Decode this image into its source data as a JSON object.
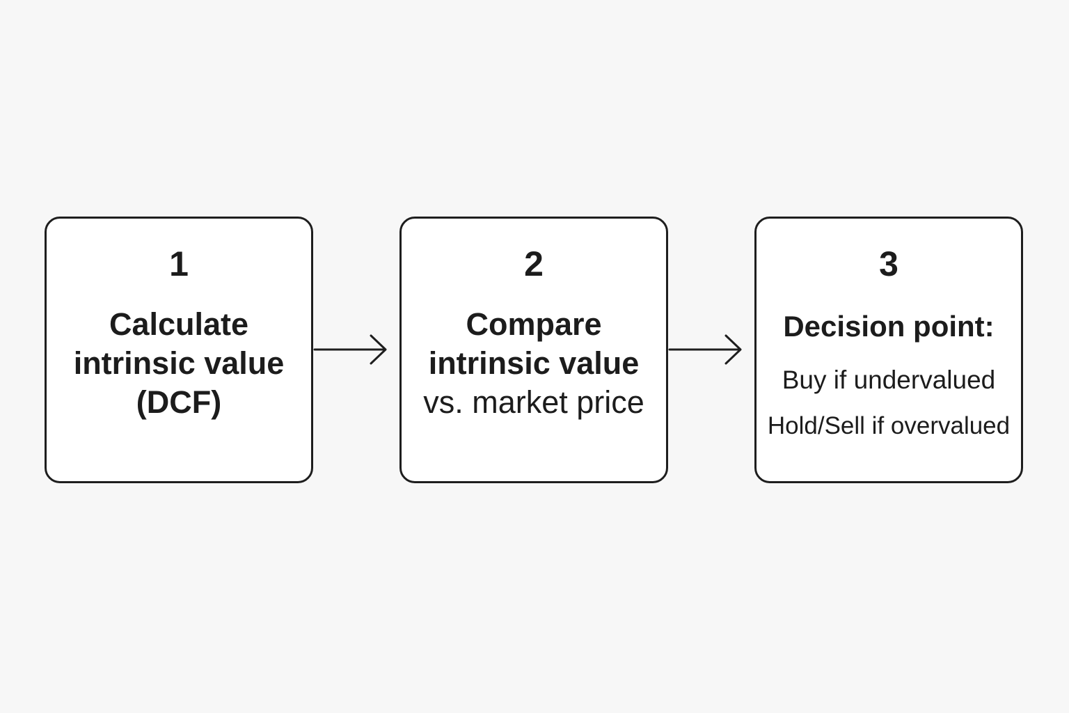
{
  "steps": [
    {
      "number": "1",
      "lines": [
        "Calculate",
        "intrinsic value",
        "(DCF)"
      ]
    },
    {
      "number": "2",
      "lines": [
        "Compare",
        "intrinsic value",
        "vs. market price"
      ]
    },
    {
      "number": "3",
      "title": "Decision point:",
      "options": [
        "Buy if undervalued",
        "Hold/Sell if overvalued"
      ]
    }
  ],
  "connectors": [
    "arrow-right-icon",
    "arrow-right-icon"
  ],
  "colors": {
    "background": "#f7f7f7",
    "box_fill": "#ffffff",
    "stroke": "#1e1e1e",
    "text": "#1c1c1c"
  }
}
